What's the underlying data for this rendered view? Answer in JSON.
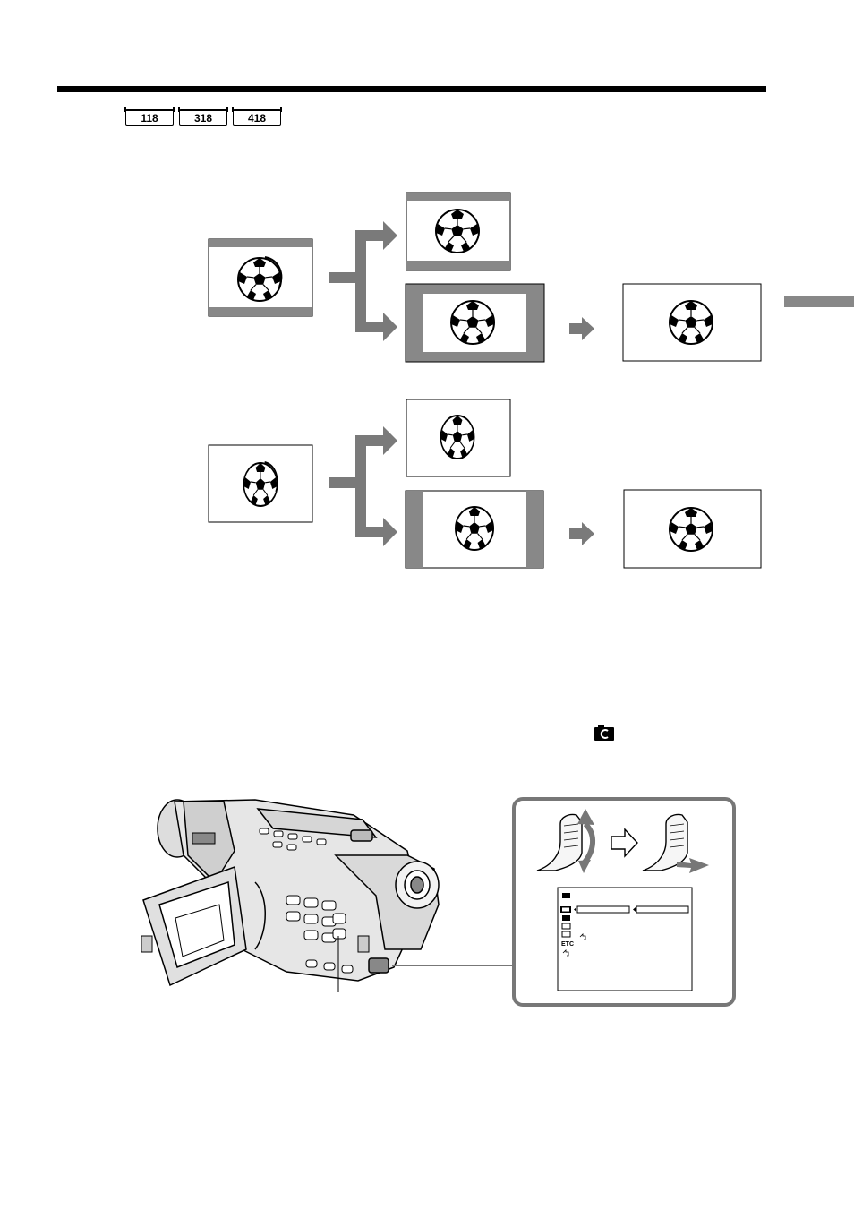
{
  "header": {
    "model_badges": [
      "118",
      "318",
      "418"
    ]
  },
  "colors": {
    "rule": "#000000",
    "gray": "#888888",
    "arrow_gray": "#7a7a7a",
    "panel_border": "#777777"
  },
  "icons": {
    "camera_menu_icon": "camera-set-icon",
    "ball": "soccer-ball-icon",
    "dial_turn": "control-dial-turn-icon",
    "dial_press": "control-dial-press-icon"
  },
  "menu_screen": {
    "etc_label": "ETC"
  }
}
